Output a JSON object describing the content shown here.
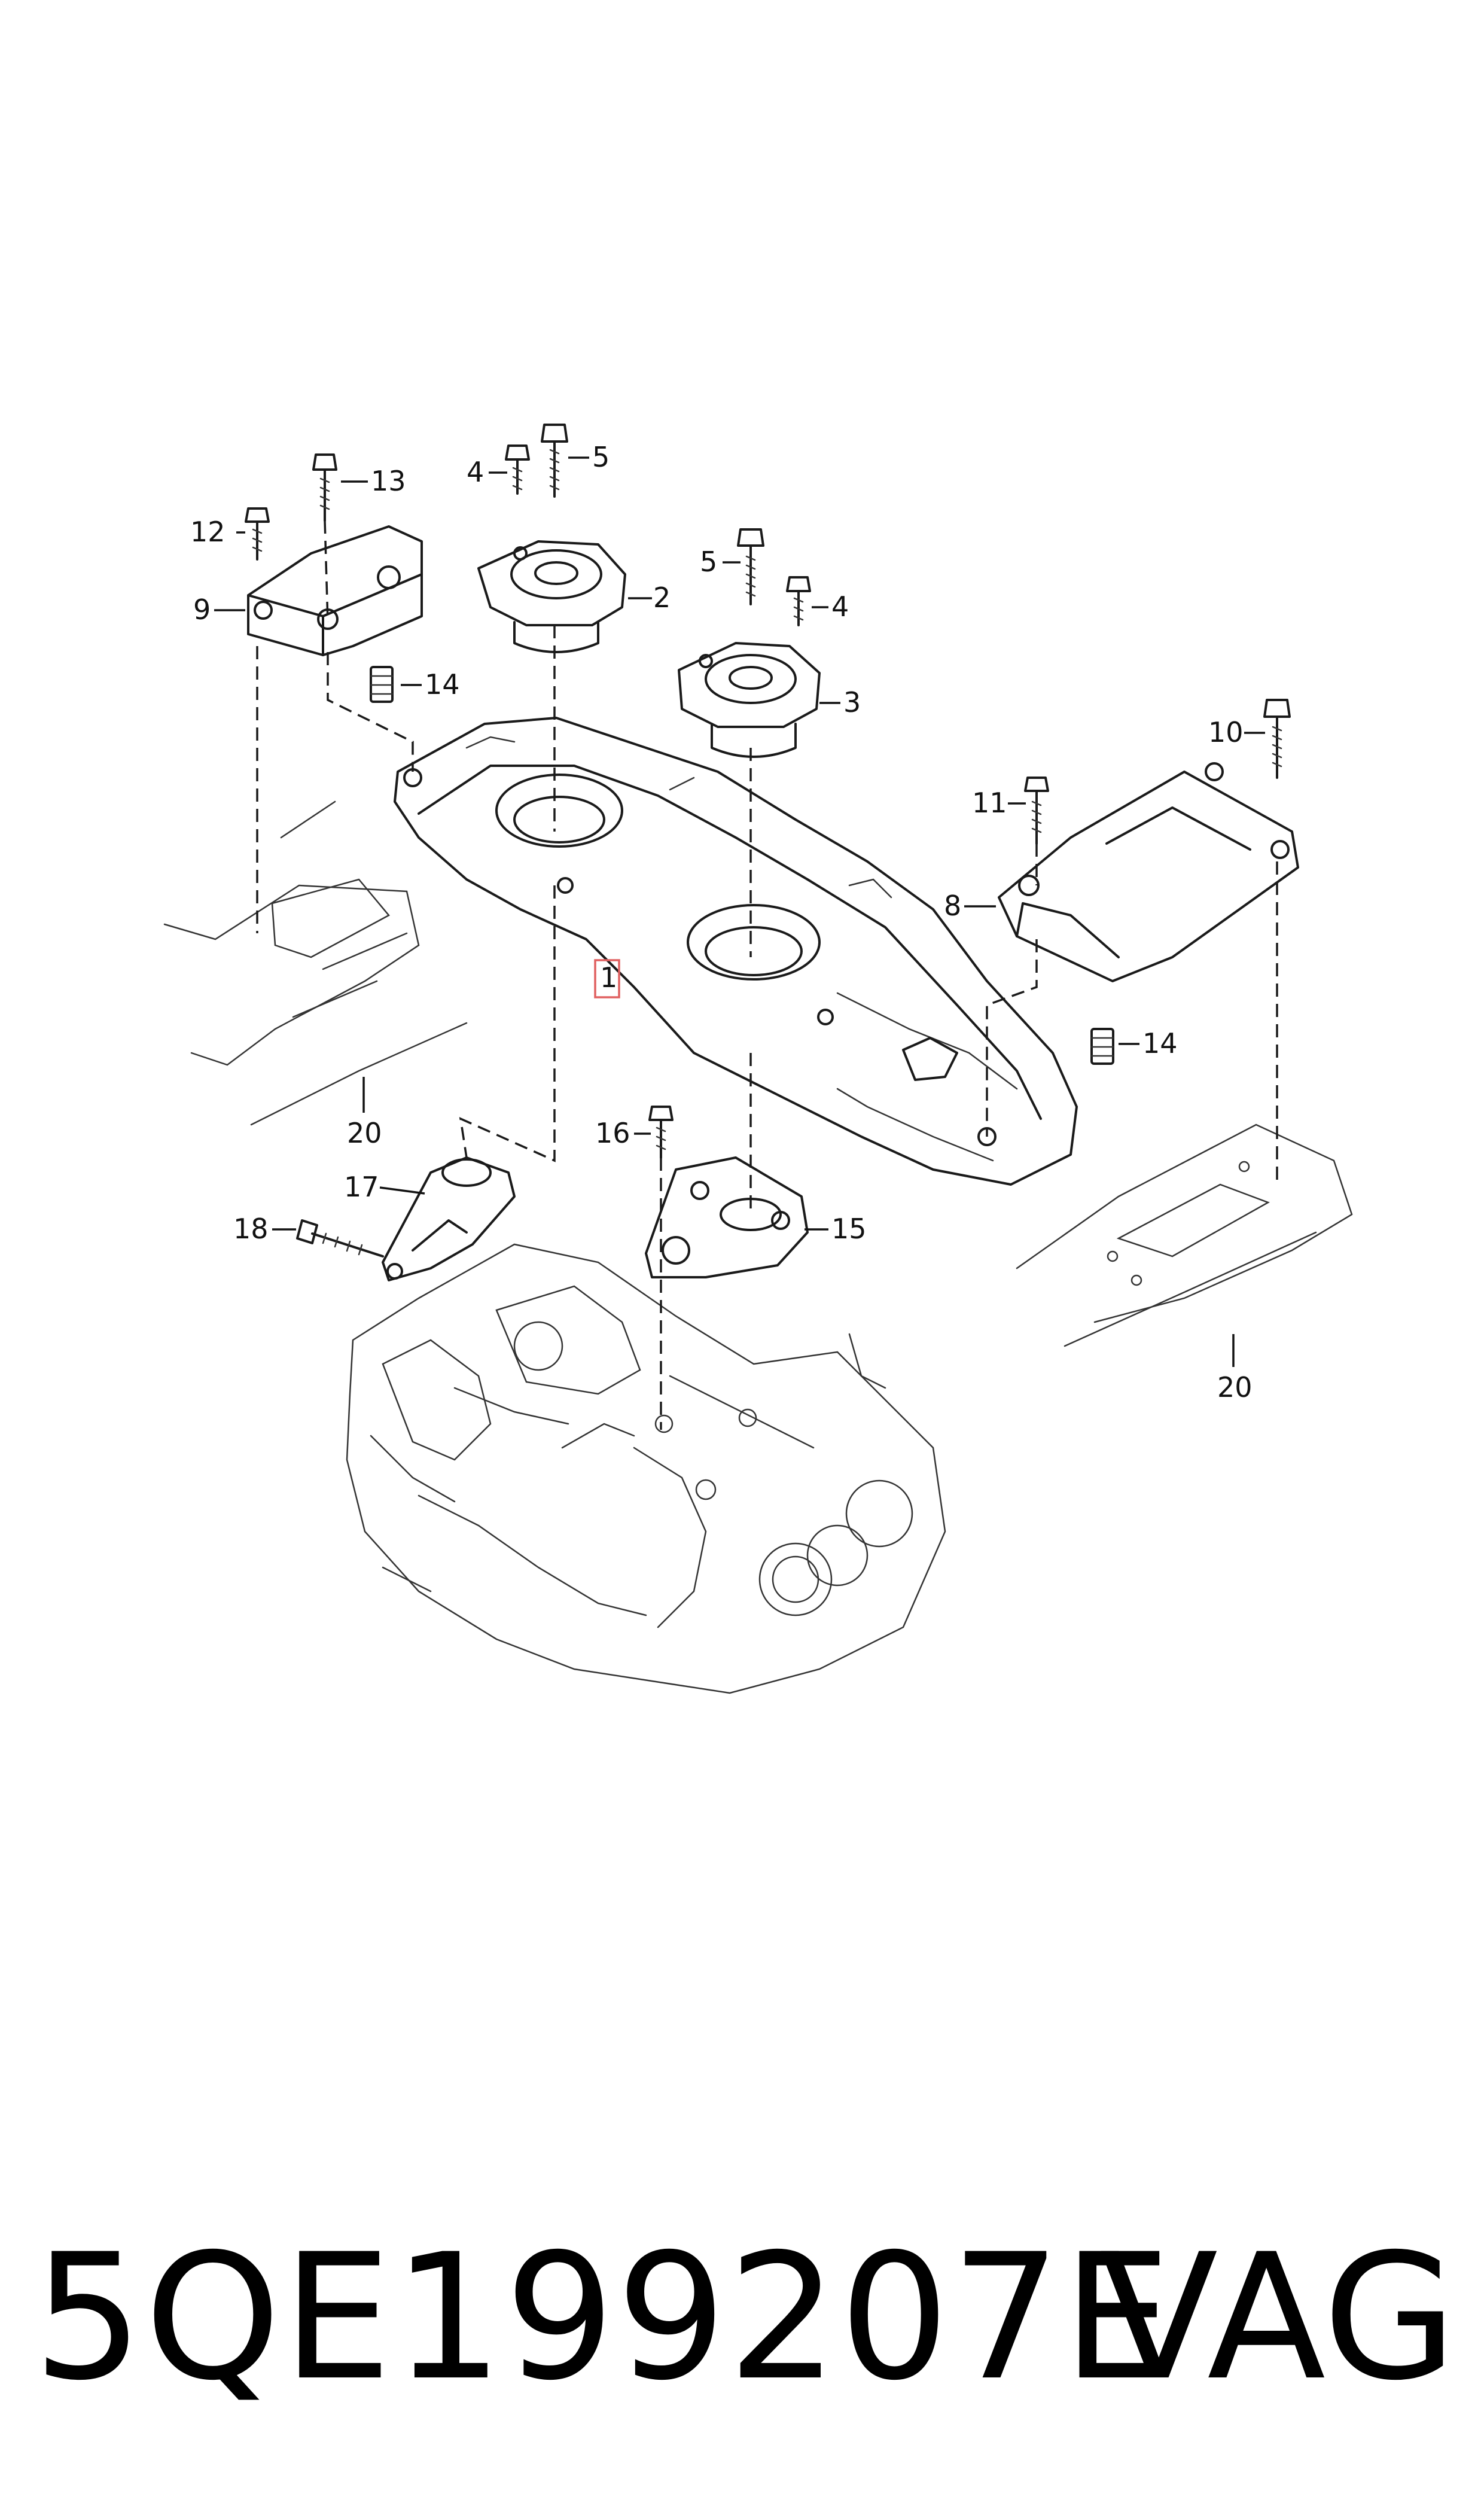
{
  "callouts": {
    "c1": "1",
    "c2": "2",
    "c3": "3",
    "c4a": "4",
    "c4b": "4",
    "c5a": "5",
    "c5b": "5",
    "c8": "8",
    "c9": "9",
    "c10": "10",
    "c11": "11",
    "c12": "12",
    "c13": "13",
    "c14a": "14",
    "c14b": "14",
    "c15": "15",
    "c16": "16",
    "c17": "17",
    "c18": "18",
    "c20a": "20",
    "c20b": "20"
  },
  "footer": {
    "part_number": "5QE199207E",
    "brand": "VAG"
  },
  "highlight_color": "#e06060"
}
